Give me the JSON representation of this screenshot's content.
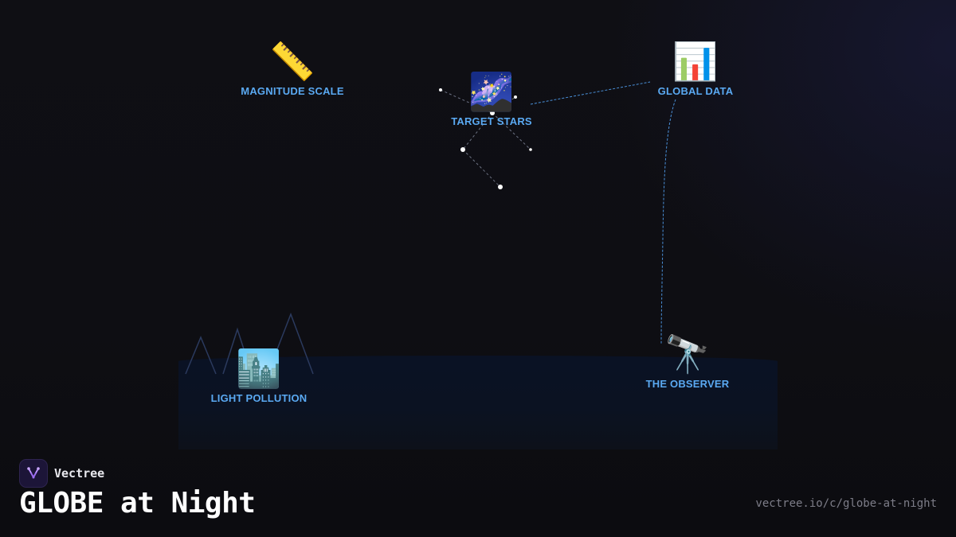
{
  "brand": {
    "name": "Vectree"
  },
  "title": "GLOBE at Night",
  "url": "vectree.io/c/globe-at-night",
  "colors": {
    "accent": "#5aa9f2",
    "background": "#0f0f14",
    "ground": "#0a1224",
    "connector": "#4a90d9",
    "mountains": "#2b3a5e"
  },
  "nodes": {
    "magnitude_scale": {
      "icon": "ruler-icon",
      "emoji": "📏",
      "label": "MAGNITUDE SCALE"
    },
    "target_stars": {
      "icon": "milky-way-icon",
      "emoji": "🌌",
      "label": "TARGET STARS"
    },
    "global_data": {
      "icon": "bar-chart-icon",
      "emoji": "📊",
      "label": "GLOBAL DATA"
    },
    "light_pollution": {
      "icon": "cityscape-icon",
      "emoji": "🏙️",
      "label": "LIGHT POLLUTION"
    },
    "the_observer": {
      "icon": "telescope-icon",
      "emoji": "🔭",
      "label": "THE OBSERVER"
    }
  }
}
